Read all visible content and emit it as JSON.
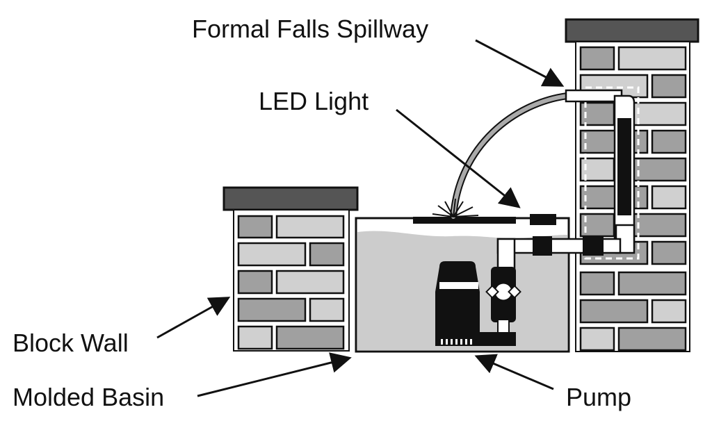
{
  "labels": {
    "spillway": "Formal Falls Spillway",
    "led_light": "LED Light",
    "block_wall": "Block Wall",
    "molded_basin": "Molded Basin",
    "pump": "Pump"
  },
  "colors": {
    "background": "#ffffff",
    "outline": "#111111",
    "cap": "#555555",
    "brick_light": "#d0d0d0",
    "brick_mid": "#a0a0a0",
    "water": "#cccccc",
    "pipe": "#ffffff",
    "pump_body": "#111111"
  }
}
